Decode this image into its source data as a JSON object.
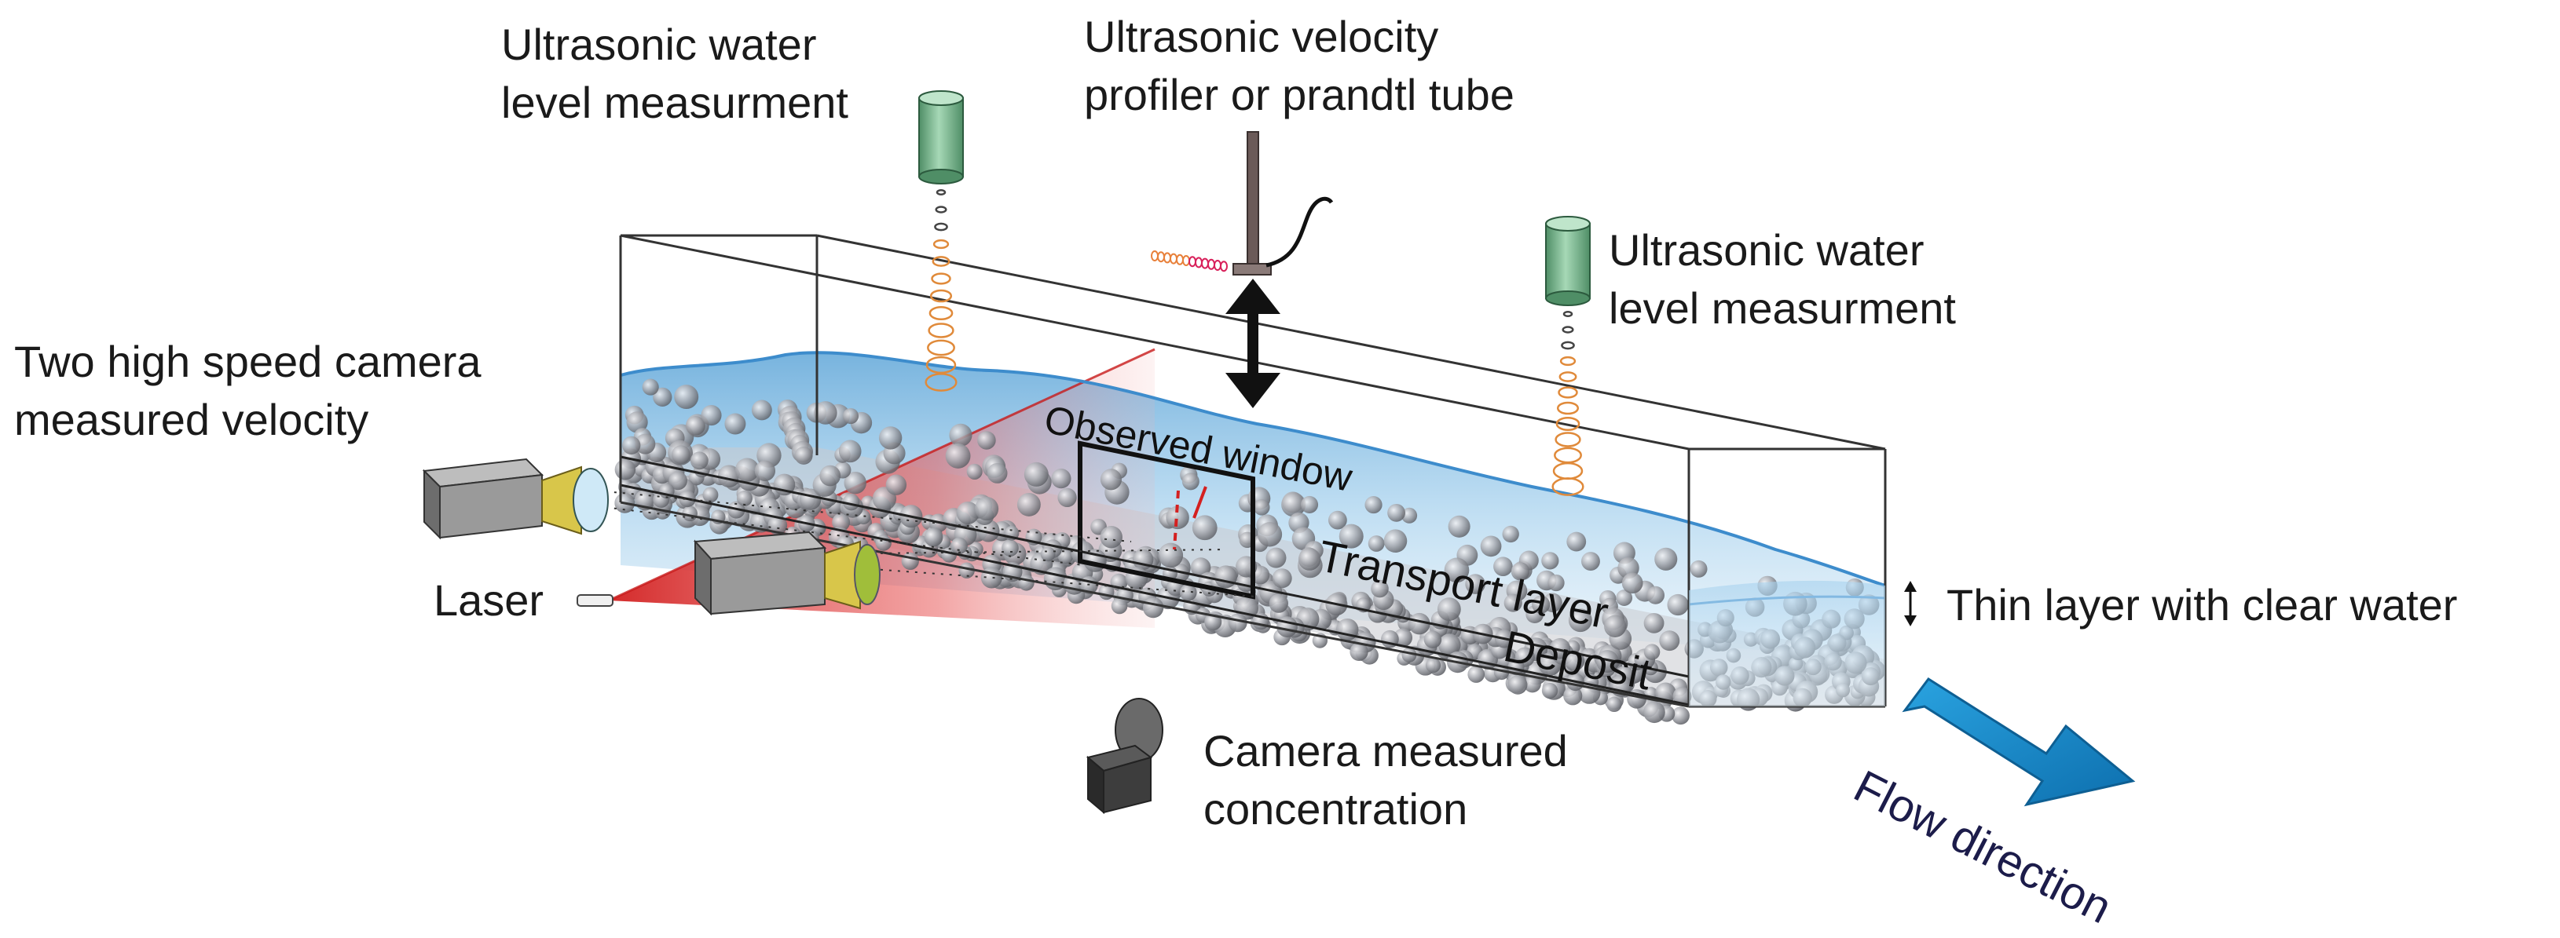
{
  "labels": {
    "ultrasonic_left": [
      "Ultrasonic water",
      "level measurment"
    ],
    "velocity_profiler": [
      "Ultrasonic velocity",
      "profiler or prandtl tube"
    ],
    "ultrasonic_right": [
      "Ultrasonic water",
      "level measurment"
    ],
    "two_cameras": [
      "Two high speed camera",
      "measured velocity"
    ],
    "laser": "Laser",
    "observed_window": "Observed window",
    "transport_layer": "Transport layer",
    "deposit": "Deposit",
    "thin_layer": "Thin layer with clear water",
    "camera_concentration": [
      "Camera measured",
      "concentration"
    ],
    "flow_direction": "Flow direction"
  },
  "colors": {
    "water": "#8fc6e8",
    "water_surface": "#3d8ccc",
    "particle": "#9a9ca2",
    "laser": "#e03030",
    "sensor": "#6fae86",
    "camera_body": "#8a8a8a",
    "camera_lens": "#d8c64a",
    "flow_arrow": "#1f8fd0",
    "ultrasonic_rings": "#e08a3a"
  },
  "icons": [
    "ultrasonic-sensor-icon",
    "velocity-probe-icon",
    "high-speed-camera-icon",
    "laser-emitter-icon",
    "concentration-camera-icon",
    "double-arrow-icon",
    "flow-arrow-icon"
  ]
}
